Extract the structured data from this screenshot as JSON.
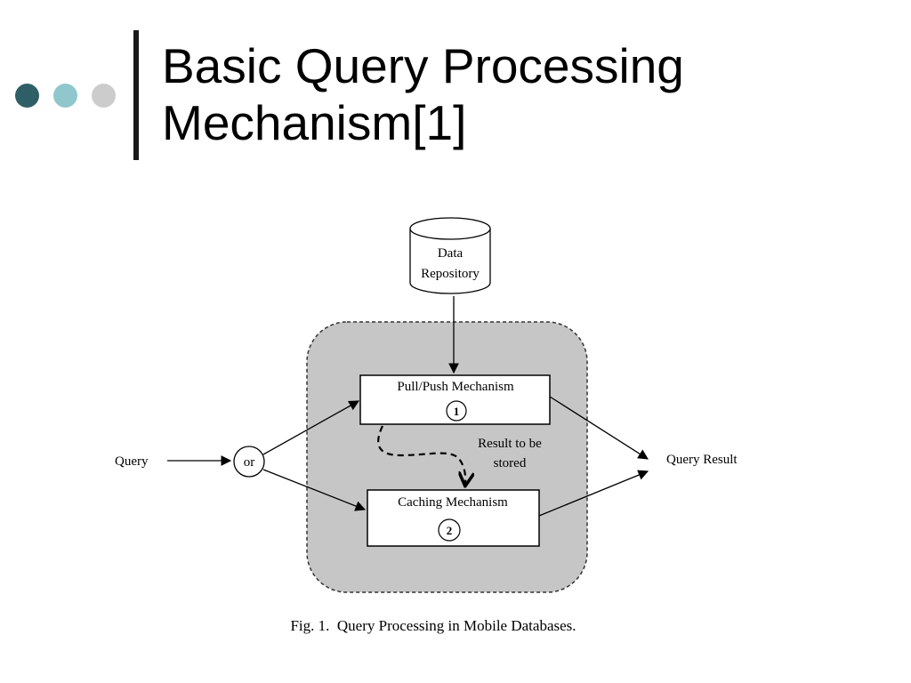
{
  "slide": {
    "title_line1": "Basic Query Processing",
    "title_line2": "Mechanism[1]",
    "dot_colors": [
      "#2e5f66",
      "#8fc7cc",
      "#cccccc"
    ]
  },
  "diagram": {
    "data_repository": [
      "Data",
      "Repository"
    ],
    "pull_push_label": "Pull/Push Mechanism",
    "pull_push_number": "1",
    "caching_label": "Caching Mechanism",
    "caching_number": "2",
    "result_to_be_stored": [
      "Result to be",
      "stored"
    ],
    "query_label": "Query",
    "or_label": "or",
    "query_result_label": "Query Result",
    "caption": "Fig. 1.  Query Processing in Mobile Databases.",
    "region_fill": "#c6c6c6"
  }
}
